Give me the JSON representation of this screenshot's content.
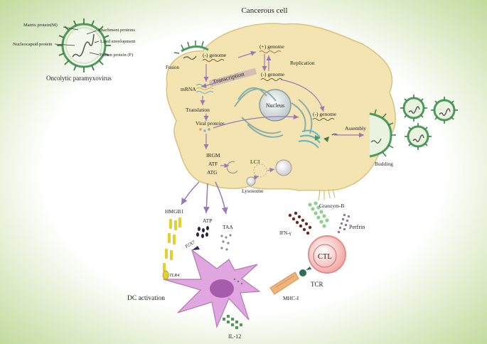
{
  "title": "Cancerous cell",
  "virus": {
    "name": "Oncolytic paramyxovirus",
    "parts": {
      "matrix": "Matrix protein(M)",
      "attachment": "Attachment proteins",
      "lipid": "Lipid envelopment",
      "nucleocapsid": "Nucleocapsid protein",
      "fusion_protein": "Fusion protein (F)"
    }
  },
  "cell_labels": {
    "fusion": "Fusion",
    "neg_genome_1": "(-) genome",
    "pos_genome": "(+) genome",
    "replication": "Replication",
    "transcription": "Transcription",
    "neg_genome_2": "(-) genome",
    "mrna": "mRNA",
    "nucleus": "Nucleus",
    "translation": "Translation",
    "viral_proteins": "Viral proteins",
    "neg_genome_3": "(-) genome",
    "assembly": "Assembly",
    "budding": "Budding",
    "irgm": "IRGM",
    "atf": "ATF",
    "atg": "ATG",
    "lc3": "LC3",
    "lysosome": "Lysosome"
  },
  "immune_labels": {
    "hmgb1": "HMGB1",
    "atp": "ATP",
    "taa": "TAA",
    "p2x7": "P2X7",
    "tlr4": "TLR4",
    "dc_activation": "DC activation",
    "mhc1": "MHC-I",
    "tcr": "TCR",
    "ctl": "CTL",
    "ifn": "IFN-γ",
    "granzym": "Granzym-B",
    "perforin": "Perfrin",
    "il12": "IL-12"
  },
  "colors": {
    "cell_fill": "#f3e4b2",
    "cell_stroke": "#d8c27e",
    "arrow": "#9a78b8",
    "dc_fill": "#dfa6e0",
    "ctl_fill": "#f6b2b0",
    "virus_green": "#4e9a5a"
  }
}
